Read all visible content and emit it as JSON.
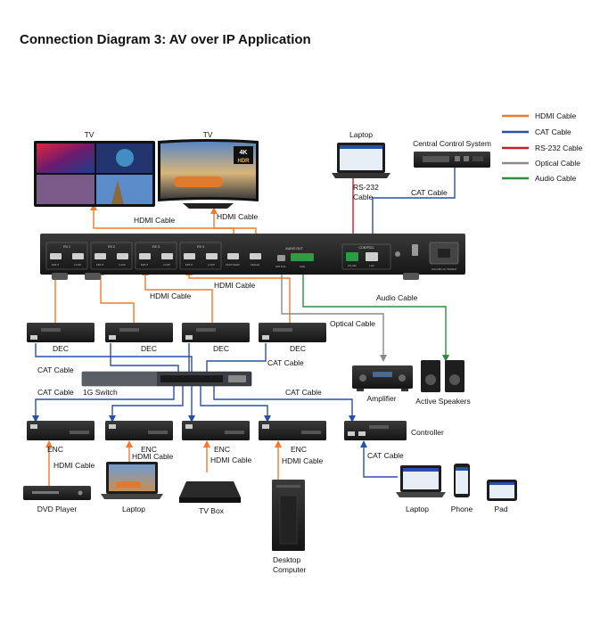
{
  "title": "Connection Diagram 3: AV over IP Application",
  "colors": {
    "hdmi": "#f07b2e",
    "cat": "#2a4fa8",
    "rs232": "#c4202a",
    "optical": "#8a8a8a",
    "audio": "#2f8a3c",
    "device": "#1e1e1e"
  },
  "legend": [
    {
      "label": "HDMI Cable",
      "color": "#f07b2e"
    },
    {
      "label": "CAT Cable",
      "color": "#2a4fa8"
    },
    {
      "label": "RS-232 Cable",
      "color": "#c4202a"
    },
    {
      "label": "Optical Cable",
      "color": "#8a8a8a"
    },
    {
      "label": "Audio Cable",
      "color": "#2f8a3c"
    }
  ],
  "devices": {
    "tv1": "TV",
    "tv2": "TV",
    "laptop_top": "Laptop",
    "central_control": "Central Control System",
    "dec1": "DEC",
    "dec2": "DEC",
    "dec3": "DEC",
    "dec4": "DEC",
    "switch": "1G Switch",
    "amplifier": "Amplifier",
    "speakers": "Active Speakers",
    "enc1": "ENC",
    "enc2": "ENC",
    "enc3": "ENC",
    "enc4": "ENC",
    "controller": "Controller",
    "dvd": "DVD Player",
    "laptop_src": "Laptop",
    "tvbox": "TV Box",
    "desktop_l1": "Desktop",
    "desktop_l2": "Computer",
    "laptop_ctrl": "Laptop",
    "phone": "Phone",
    "pad": "Pad"
  },
  "cables": {
    "hdmi_tv1": "HDMI Cable",
    "hdmi_tv2": "HDMI Cable",
    "rs232_l1": "RS-232",
    "rs232_l2": "Cable",
    "cat_ccs": "CAT Cable",
    "audio": "Audio Cable",
    "hdmi_dec2": "HDMI Cable",
    "hdmi_dec3": "HDMI Cable",
    "optical": "Optical Cable",
    "cat_dec_left": "CAT Cable",
    "cat_dec_right": "CAT Cable",
    "cat_enc_left": "CAT Cable",
    "cat_enc_right": "CAT Cable",
    "hdmi_enc1": "HDMI Cable",
    "hdmi_enc2": "HDMI Cable",
    "hdmi_enc3": "HDMI Cable",
    "hdmi_enc4": "HDMI Cable",
    "cat_controller": "CAT Cable"
  },
  "tv2_badge": {
    "top": "4K",
    "bottom": "HDR"
  },
  "main_unit": {
    "groups": [
      "RX 1",
      "RX 2",
      "RX 3",
      "RX 4"
    ],
    "port_in": "INPUT",
    "port_loop": "LOOP",
    "multiview": "MULTIVIEW",
    "single": "SINGLE",
    "audio_out": "AUDIO OUT",
    "optical_port": "OPTICAL",
    "line_port": "LINE",
    "control": "CONTROL",
    "rs232_port": "RS-232",
    "lan_port": "LAN",
    "power": "100-240V AC 50/60HZ"
  }
}
